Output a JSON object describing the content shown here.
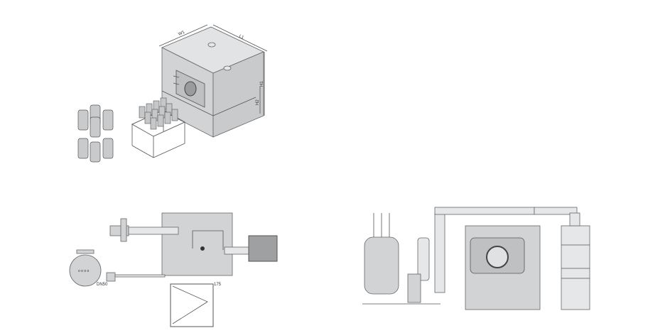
{
  "dimensions": {
    "width_label": "W1",
    "length_label": "L1",
    "height_label": "H1",
    "height2_label": "H2"
  },
  "plan_view": {
    "pipe_size_label": "DN50",
    "offset_label": "175"
  },
  "colors": {
    "equipment": "#d2d3d5",
    "line": "#555555"
  }
}
